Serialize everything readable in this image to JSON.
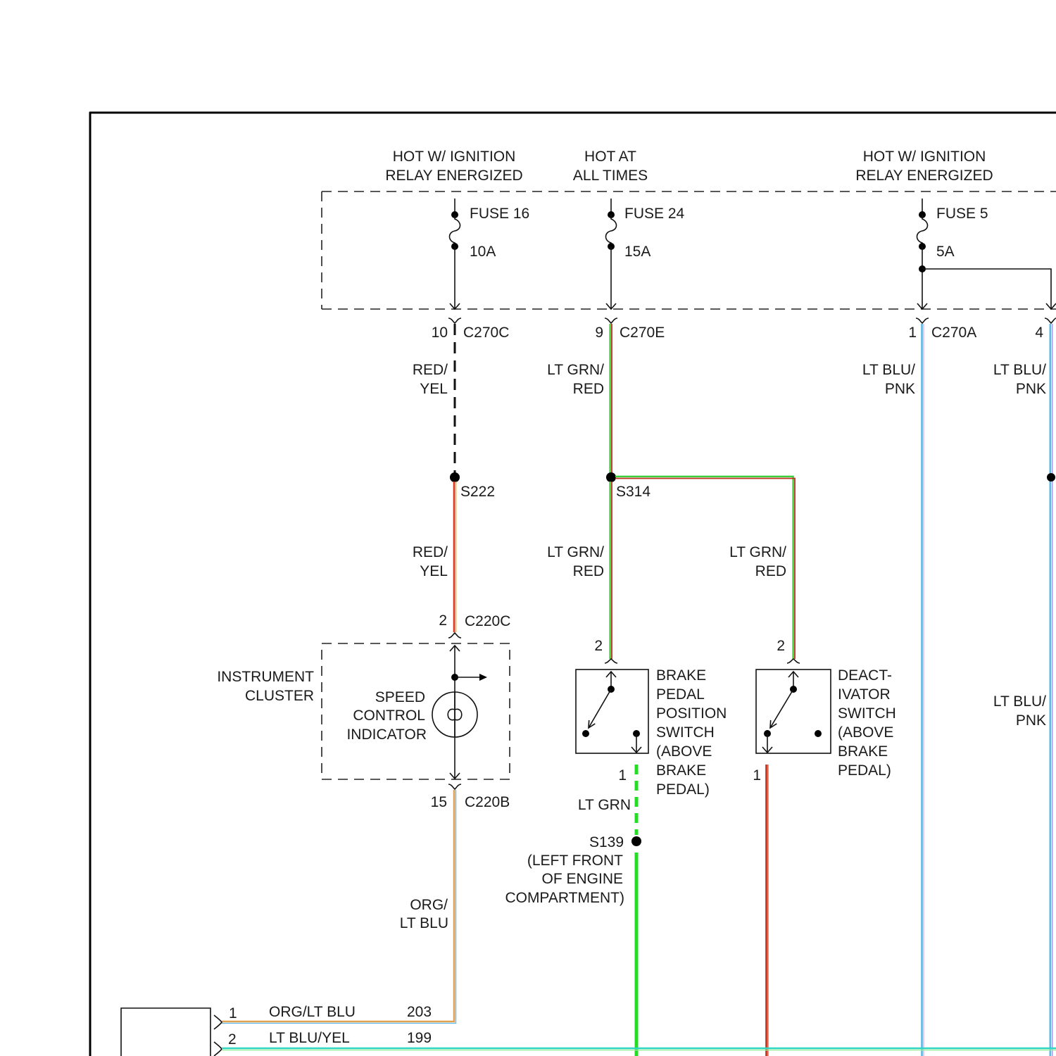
{
  "power_sources": [
    {
      "line1": "HOT W/ IGNITION",
      "line2": "RELAY ENERGIZED"
    },
    {
      "line1": "HOT AT",
      "line2": "ALL TIMES"
    },
    {
      "line1": "HOT W/ IGNITION",
      "line2": "RELAY ENERGIZED"
    }
  ],
  "fuses": {
    "fuse16": {
      "name": "FUSE 16",
      "rating": "10A"
    },
    "fuse24": {
      "name": "FUSE 24",
      "rating": "15A"
    },
    "fuse5": {
      "name": "FUSE 5",
      "rating": "5A"
    }
  },
  "connectors": {
    "c270c": {
      "pin": "10",
      "id": "C270C"
    },
    "c270e": {
      "pin": "9",
      "id": "C270E"
    },
    "c270a": {
      "pin": "1",
      "id": "C270A"
    },
    "c270a_pin4": {
      "pin": "4"
    },
    "c220c": {
      "pin": "2",
      "id": "C220C"
    },
    "c220b": {
      "pin": "15",
      "id": "C220B"
    },
    "brake_switch_in": {
      "pin": "2"
    },
    "brake_switch_out": {
      "pin": "1"
    },
    "deactivator_in": {
      "pin": "2"
    },
    "deactivator_out": {
      "pin": "1"
    }
  },
  "wire_labels": {
    "c270c_to_s222": [
      "RED/",
      "YEL"
    ],
    "s222_to_c220c": [
      "RED/",
      "YEL"
    ],
    "c270e_to_s314": [
      "LT GRN/",
      "RED"
    ],
    "s314_to_brake_switch": [
      "LT GRN/",
      "RED"
    ],
    "s314_to_deactivator": [
      "LT GRN/",
      "RED"
    ],
    "c270a_pin1": [
      "LT BLU/",
      "PNK"
    ],
    "c270a_pin4_upper": [
      "LT BLU/",
      "PNK"
    ],
    "c270a_pin4_lower": [
      "LT BLU/",
      "PNK"
    ],
    "c220b_out": [
      "ORG/",
      "LT BLU"
    ],
    "brake_switch_out": "LT GRN"
  },
  "splices": {
    "s222": "S222",
    "s314": "S314",
    "s139": "S139",
    "s139_location": [
      "(LEFT FRONT",
      "OF ENGINE",
      "COMPARTMENT)"
    ]
  },
  "components": {
    "instrument_cluster": [
      "INSTRUMENT",
      "CLUSTER"
    ],
    "speed_control_indicator": [
      "SPEED",
      "CONTROL",
      "INDICATOR"
    ],
    "brake_pedal_position_switch": [
      "BRAKE",
      "PEDAL",
      "POSITION",
      "SWITCH",
      "(ABOVE",
      "BRAKE",
      "PEDAL)"
    ],
    "deactivator_switch": [
      "DEACT-",
      "IVATOR",
      "SWITCH",
      "(ABOVE",
      "BRAKE",
      "PEDAL)"
    ]
  },
  "module_pins": [
    {
      "pin": "1",
      "wire_color": "ORG/LT BLU",
      "circuit": "203"
    },
    {
      "pin": "2",
      "wire_color": "LT BLU/YEL",
      "circuit": "199"
    }
  ],
  "wire_colors": {
    "red": "#e0361c",
    "yellow": "#e8b020",
    "lt_grn": "#3ccf3c",
    "bright_grn": "#22dd22",
    "orange": "#e0a050",
    "lt_blu": "#5cb8e6",
    "pink": "#e6a0c8",
    "violet": "#a890e0",
    "teal": "#2fd6c2",
    "pale_grn": "#9af09a",
    "dark_red": "#b8301c"
  }
}
